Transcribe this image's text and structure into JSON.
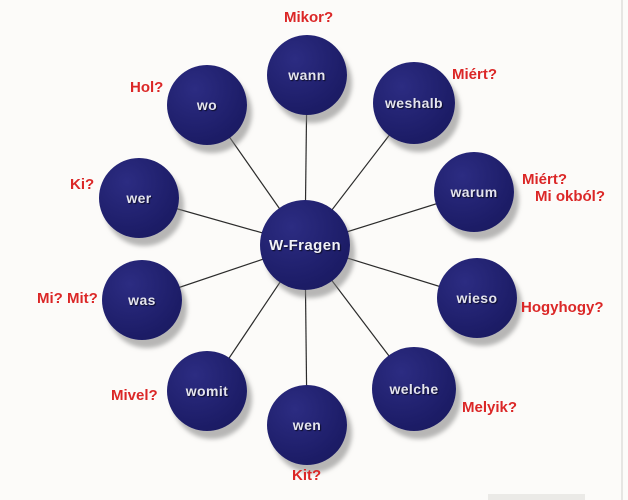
{
  "diagram": {
    "title": "W-Fragen",
    "colors": {
      "node_fill": "#1d1d68",
      "node_text": "#e4e4ee",
      "translation_red": "#db2727",
      "background": "#fcfbf9",
      "connector": "#2b2b2b"
    },
    "center": {
      "id": "w-fragen",
      "label": "W-Fragen"
    },
    "nodes": [
      {
        "id": "wann",
        "label": "wann",
        "translation": "Mikor?"
      },
      {
        "id": "weshalb",
        "label": "weshalb",
        "translation": "Miért?"
      },
      {
        "id": "warum",
        "label": "warum",
        "translation_lines": [
          "Miért?",
          "Mi okból?"
        ]
      },
      {
        "id": "wieso",
        "label": "wieso",
        "translation": "Hogyhogy?"
      },
      {
        "id": "welche",
        "label": "welche",
        "translation": "Melyik?"
      },
      {
        "id": "wen",
        "label": "wen",
        "translation": "Kit?"
      },
      {
        "id": "womit",
        "label": "womit",
        "translation": "Mivel?"
      },
      {
        "id": "was",
        "label": "was",
        "translation": "Mi? Mit?"
      },
      {
        "id": "wer",
        "label": "wer",
        "translation": "Ki?"
      },
      {
        "id": "wo",
        "label": "wo",
        "translation": "Hol?"
      }
    ]
  }
}
